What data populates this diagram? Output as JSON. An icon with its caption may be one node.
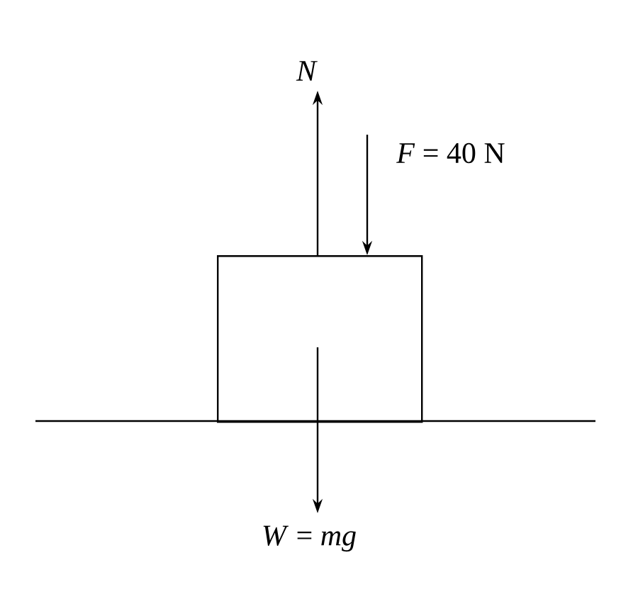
{
  "diagram": {
    "nodes": [
      {
        "text": [],
        "shape": "box"
      }
    ],
    "labels": [
      "N",
      "*F* = 40 N",
      "*W* = *mg*"
    ]
  }
}
